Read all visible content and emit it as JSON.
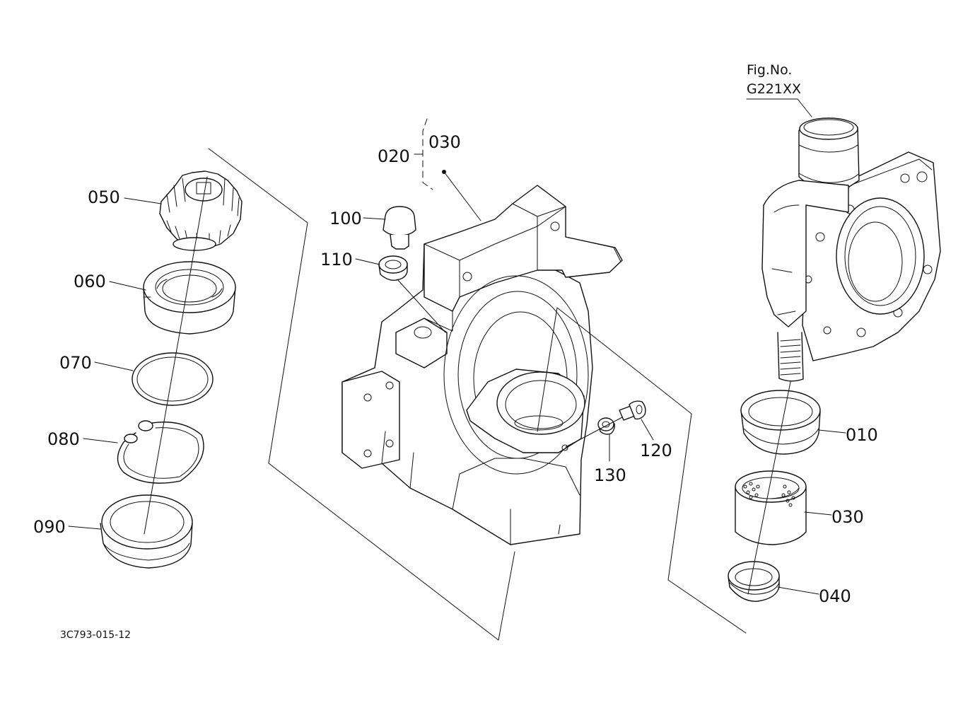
{
  "diagram_ref": "3C793-015-12",
  "fig_ref": {
    "line1": "Fig.No.",
    "line2": "G221XX"
  },
  "parts": {
    "p050": "050",
    "p060": "060",
    "p070": "070",
    "p080": "080",
    "p090": "090",
    "p100": "100",
    "p110": "110",
    "p020": "020",
    "p030_body": "030",
    "p120": "120",
    "p130": "130",
    "p010": "010",
    "p030_bush": "030",
    "p040": "040"
  }
}
